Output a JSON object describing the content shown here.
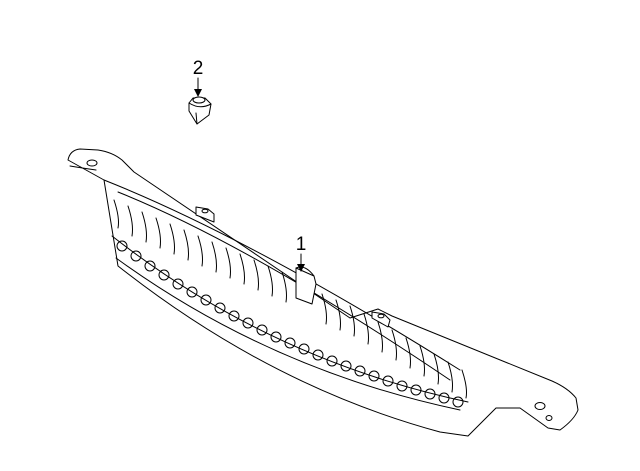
{
  "diagram": {
    "callouts": [
      {
        "label": "2",
        "part": "clip"
      },
      {
        "label": "1",
        "part": "grille"
      }
    ]
  }
}
